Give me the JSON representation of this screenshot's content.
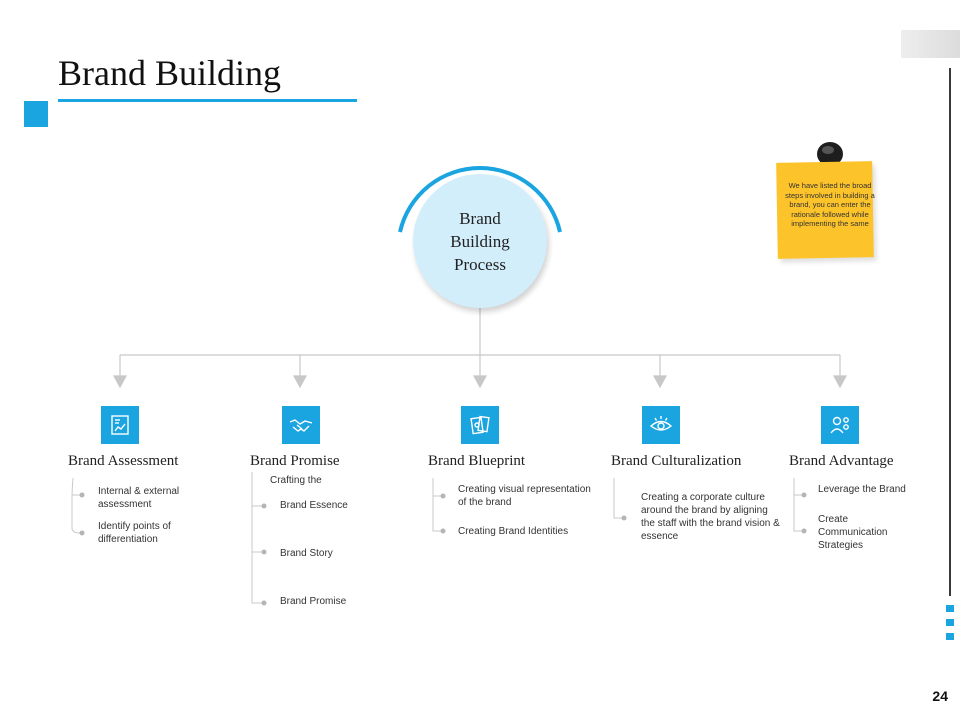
{
  "slide": {
    "title": "Brand Building",
    "page_number": "24"
  },
  "center": {
    "line1": "Brand",
    "line2": "Building",
    "line3": "Process"
  },
  "note": {
    "text": "We have listed the broad steps involved in building a brand, you can enter the rationale followed while implementing the same"
  },
  "colors": {
    "accent": "#1aa4e0",
    "center_fill": "#d3eefb",
    "note_fill": "#fcc32b",
    "connector": "#c8c8c8"
  },
  "stages": [
    {
      "title": "Brand Assessment",
      "icon": "report-chart-icon",
      "items": [
        "Internal & external assessment",
        "Identify points of differentiation"
      ]
    },
    {
      "title": "Brand Promise",
      "icon": "handshake-icon",
      "subheading": "Crafting the",
      "items": [
        "Brand Essence",
        "Brand Story",
        "Brand Promise"
      ]
    },
    {
      "title": "Brand Blueprint",
      "icon": "blueprint-cards-icon",
      "items": [
        "Creating visual representation of the brand",
        "Creating Brand Identities"
      ]
    },
    {
      "title": "Brand Culturalization",
      "icon": "eye-icon",
      "items": [
        "Creating a corporate culture around the brand by aligning the staff with the brand vision & essence"
      ]
    },
    {
      "title": "Brand Advantage",
      "icon": "person-gears-icon",
      "items": [
        "Leverage the Brand",
        "Create Communication Strategies"
      ]
    }
  ]
}
